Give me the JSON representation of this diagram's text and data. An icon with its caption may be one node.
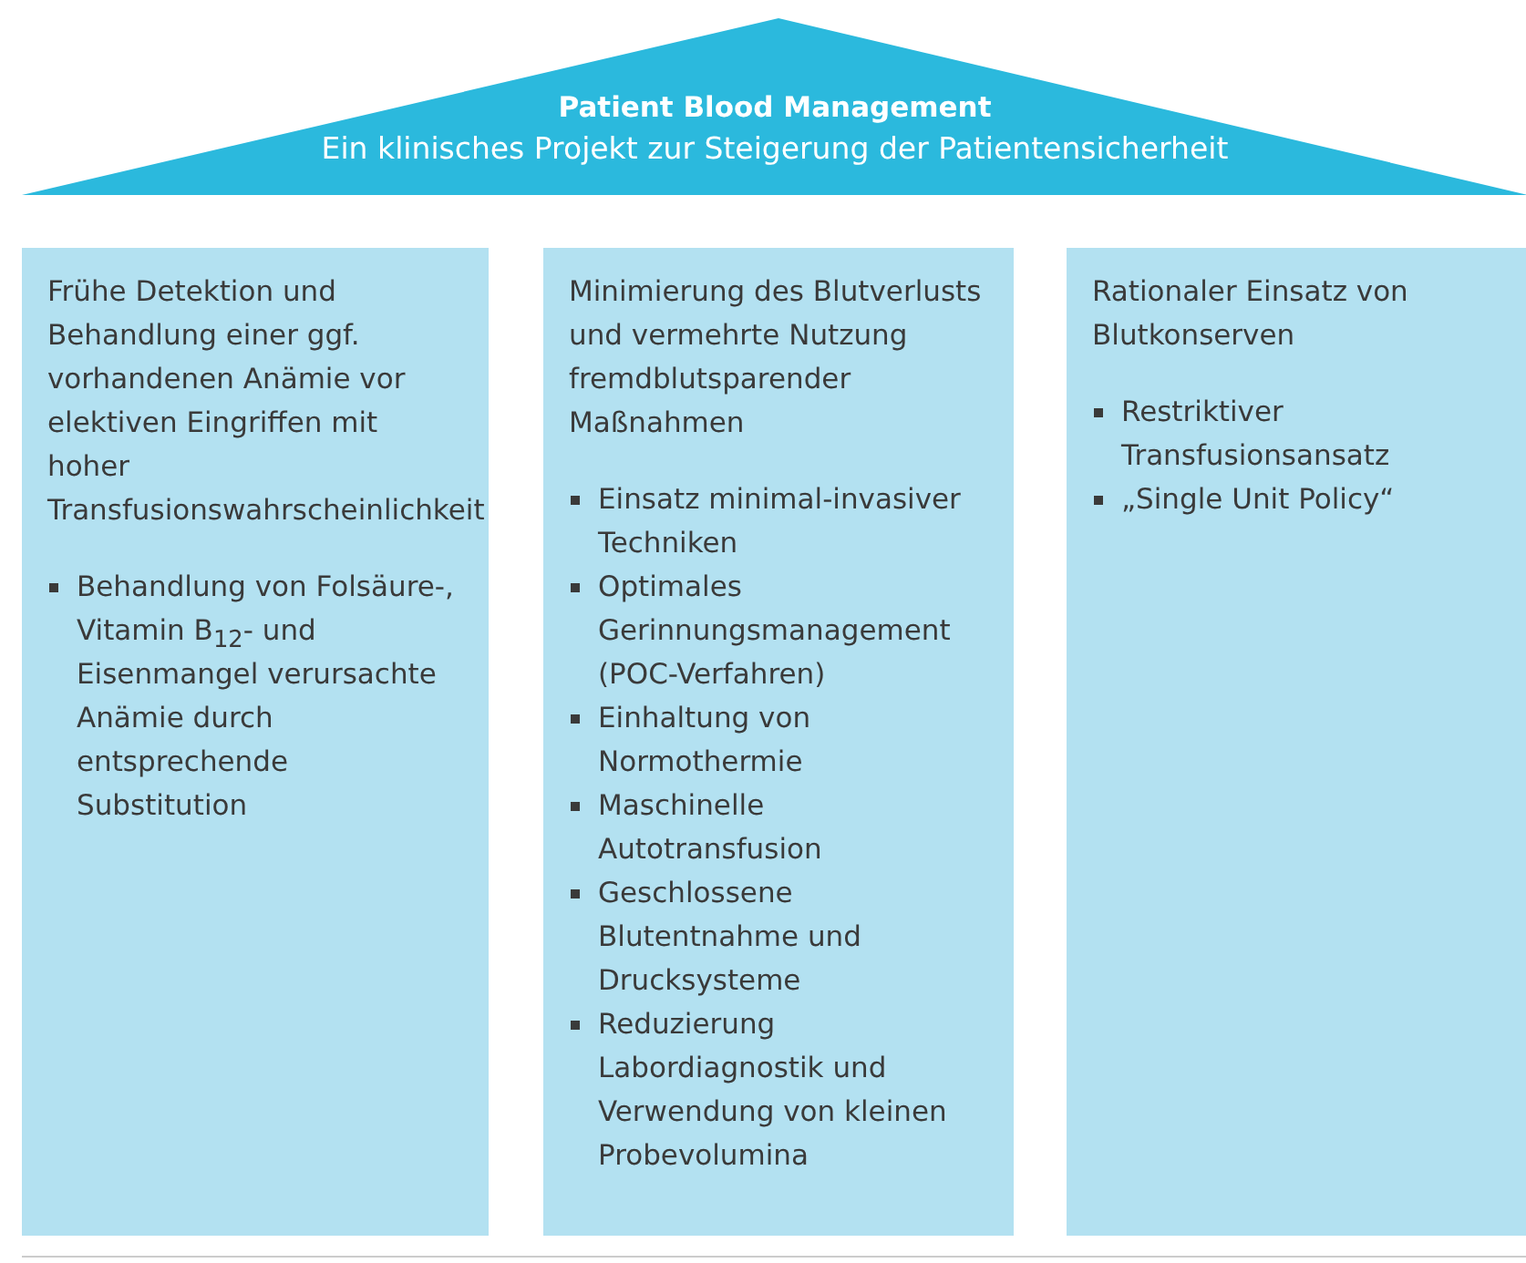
{
  "diagram": {
    "nodes": [
      {
        "text": [
          "Patient Blood Management",
          "Ein klinisches Projekt zur Steigerung der Patientensicherheit"
        ]
      },
      {
        "text": [
          "Frühe Detektion und Behandlung einer ggf. vorhandenen Anämie vor elektiven Eingriffen mit hoher Transfusionswahrscheinlichkeit",
          "Behandlung von Folsäure-, Vitamin B$_{12}$- und Eisenmangel verursachte Anämie durch entsprechende Substitution"
        ]
      },
      {
        "text": [
          "Minimierung des Blutverlusts und vermehrte Nutzung fremdblutsparender Maßnahmen",
          "Einsatz minimal-invasiver Techniken",
          "Optimales Gerinnungsmanagement (POC-Verfahren)",
          "Einhaltung von Normothermie",
          "Maschinelle Autotransfusion",
          "Geschlossene Blutentnahme und Drucksysteme",
          "Reduzierung Labordiagnostik und Verwendung von kleinen Probevolumina"
        ]
      },
      {
        "text": [
          "Rationaler Einsatz von Blutkonserven",
          "Restriktiver Transfusionsansatz",
          "„Single Unit Policy“"
        ]
      }
    ]
  }
}
